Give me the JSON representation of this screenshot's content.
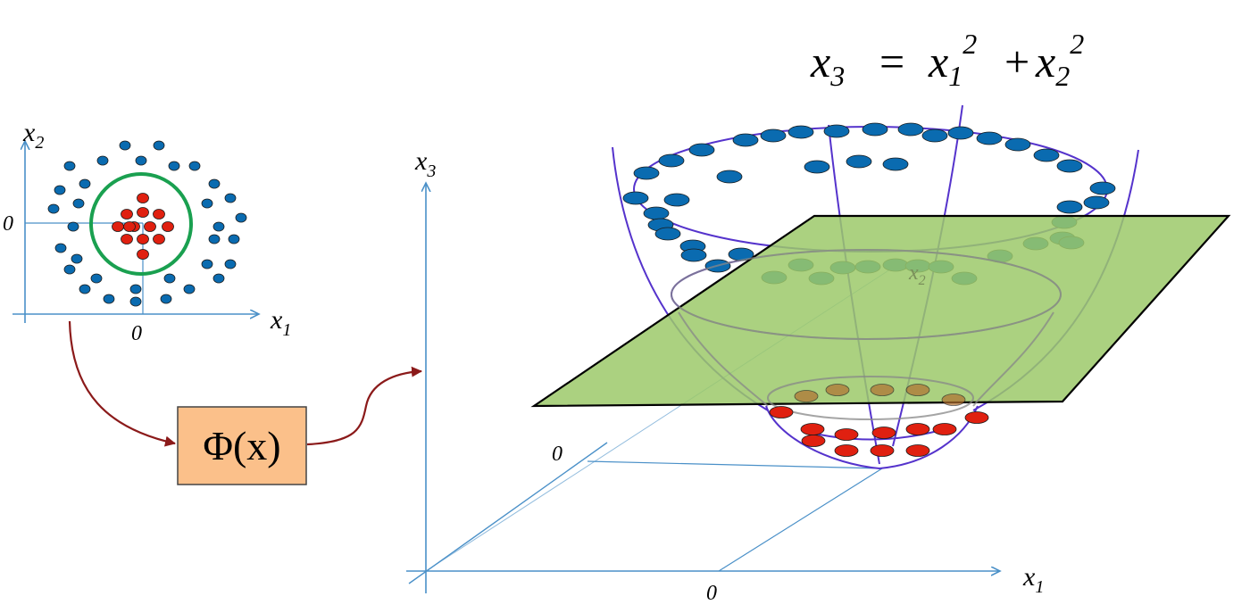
{
  "equation": {
    "lhs_var": "x",
    "lhs_sub": "3",
    "equals": "=",
    "t1_var": "x",
    "t1_sub": "1",
    "t1_sup": "2",
    "plus": "+",
    "t2_var": "x",
    "t2_sub": "2",
    "t2_sup": "2"
  },
  "input_plot": {
    "x_axis": {
      "var": "x",
      "sub": "1"
    },
    "y_axis": {
      "var": "x",
      "sub": "2"
    },
    "x_origin": "0",
    "y_origin": "0"
  },
  "mapping_box": {
    "label": "Φ(x)"
  },
  "feature_plot": {
    "x1_axis": {
      "var": "x",
      "sub": "1"
    },
    "x3_axis": {
      "var": "x",
      "sub": "3"
    },
    "x1_origin": "0",
    "floor_origin": "0",
    "plane_axis": {
      "var": "x",
      "sub": "2"
    }
  },
  "colors": {
    "axis": "#4a90c8",
    "blue_points": "#0a6bb0",
    "red_points": "#e02010",
    "circle": "#1aa050",
    "paraboloid": "#5533cc",
    "plane": "#9cc96a",
    "box_fill": "#fbc08a",
    "arrow": "#8b1a1a"
  }
}
